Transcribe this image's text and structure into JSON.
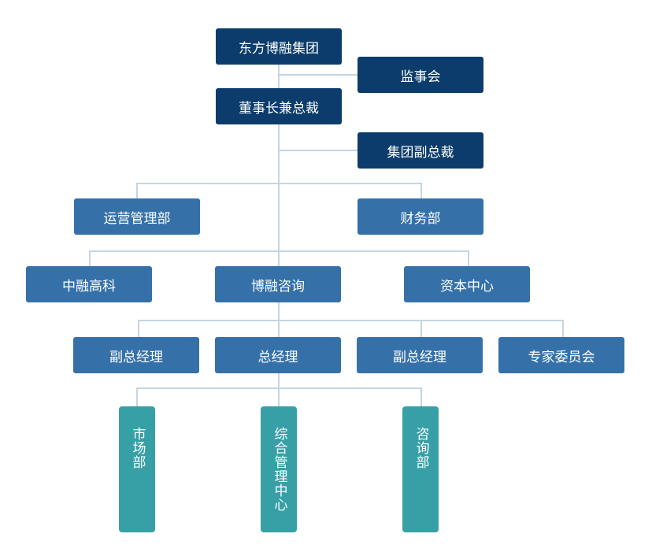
{
  "nodes": {
    "root": "东方博融集团",
    "supervisory": "监事会",
    "chairman": "董事长兼总裁",
    "group_vp": "集团副总裁",
    "operations": "运营管理部",
    "finance": "财务部",
    "zhongrong": "中融高科",
    "borong": "博融咨询",
    "capital": "资本中心",
    "deputy_gm_1": "副总经理",
    "gm": "总经理",
    "deputy_gm_2": "副总经理",
    "expert_committee": "专家委员会",
    "marketing": "市场部",
    "general_mgmt": "综合管理中心",
    "consulting": "咨询部"
  },
  "colors": {
    "dark": "#0b3c6b",
    "mid": "#3571a8",
    "teal": "#37a0a7",
    "connector": "#c3d6e3"
  }
}
